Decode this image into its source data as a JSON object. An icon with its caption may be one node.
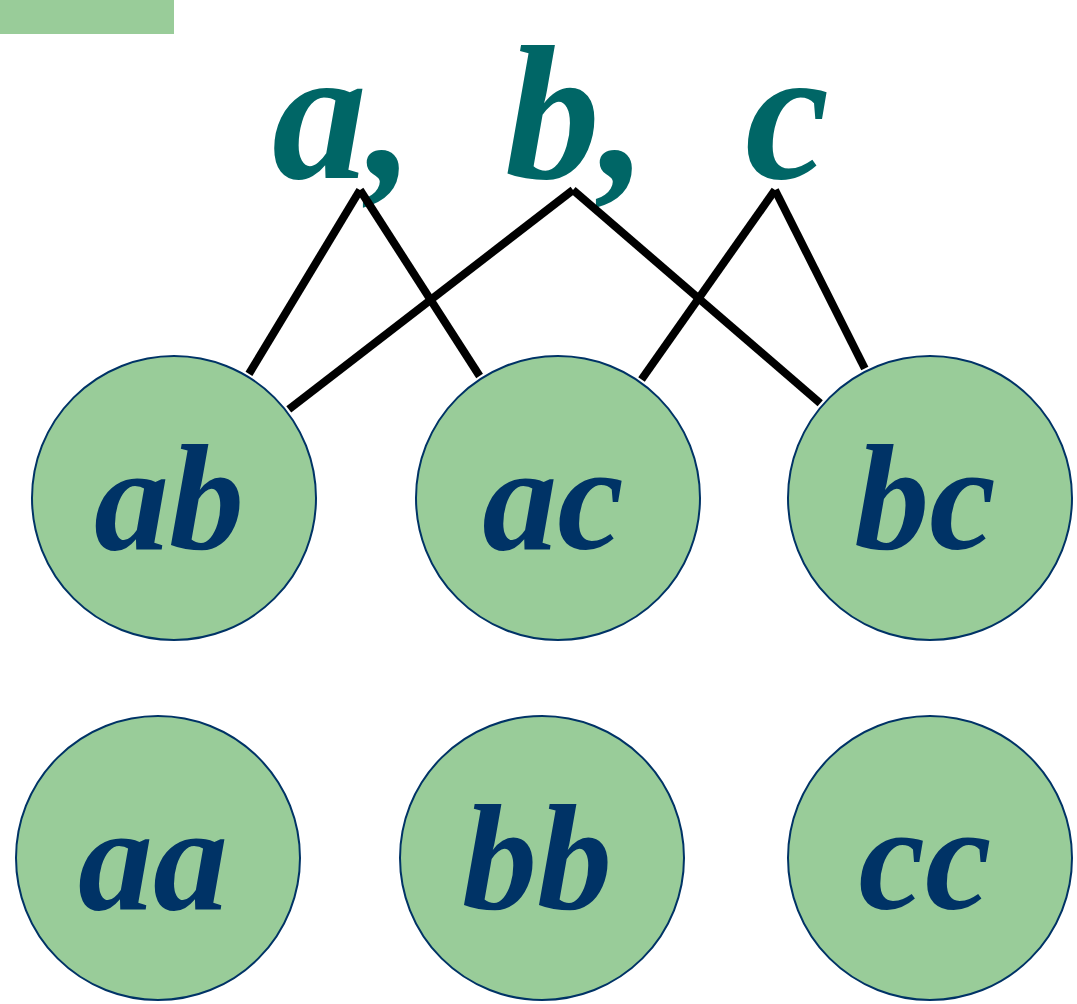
{
  "diagram": {
    "nodes": [
      {
        "text": [],
        "shape": "bar"
      },
      {
        "text": [
          "a,"
        ]
      },
      {
        "text": [
          "b,"
        ]
      },
      {
        "text": [
          "c"
        ]
      },
      {
        "text": [
          "ab"
        ]
      },
      {
        "text": [
          "ac"
        ]
      },
      {
        "text": [
          "bc"
        ]
      },
      {
        "text": [
          "aa"
        ]
      },
      {
        "text": [
          "bb"
        ]
      },
      {
        "text": [
          "cc"
        ]
      }
    ],
    "edges": [
      {
        "from": 1,
        "to": 4,
        "arrow": "none"
      },
      {
        "from": 1,
        "to": 5,
        "arrow": "none"
      },
      {
        "from": 2,
        "to": 4,
        "arrow": "none"
      },
      {
        "from": 2,
        "to": 6,
        "arrow": "none"
      },
      {
        "from": 3,
        "to": 5,
        "arrow": "none"
      },
      {
        "from": 3,
        "to": 6,
        "arrow": "none"
      }
    ]
  }
}
